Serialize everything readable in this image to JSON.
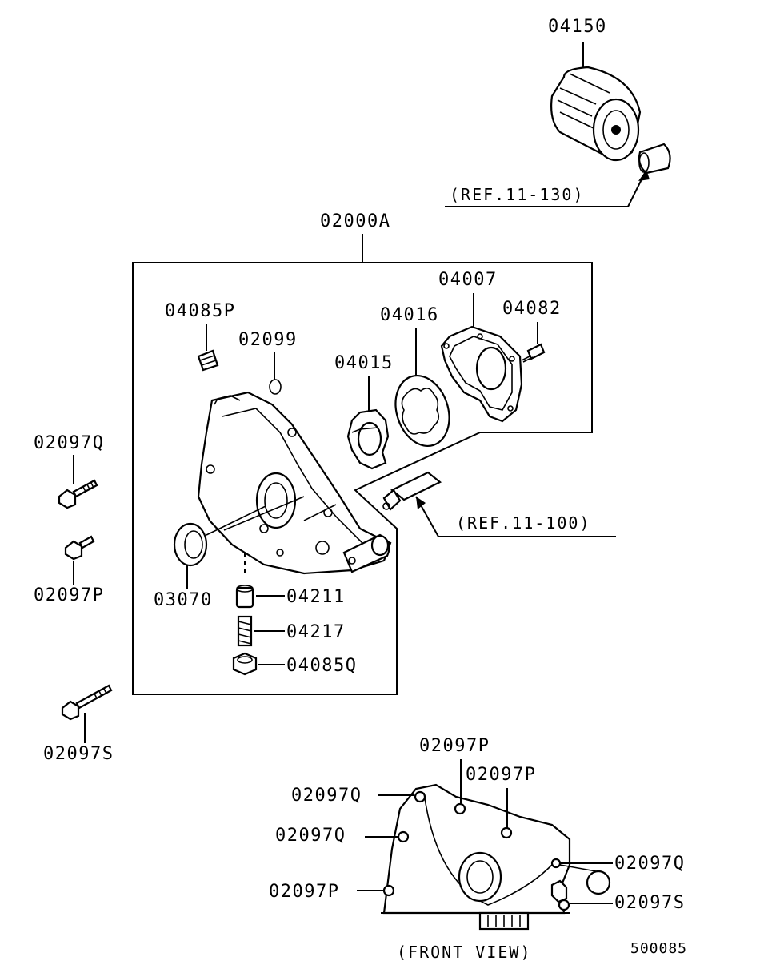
{
  "labels": {
    "oil_filter": "04150",
    "ref_filter": "(REF.11-130)",
    "pump_assy": "02000A",
    "cover_plate": "04007",
    "screw": "04082",
    "outer_rotor": "04016",
    "inner_rotor": "04015",
    "plug": "04085P",
    "o_ring": "02099",
    "ref_strainer": "(REF.11-100)",
    "oil_seal": "03070",
    "relief_plunger": "04211",
    "relief_spring": "04217",
    "relief_plug": "04085Q",
    "bolt_q": "02097Q",
    "bolt_p": "02097P",
    "bolt_s": "02097S",
    "fv_p1": "02097P",
    "fv_p2": "02097P",
    "fv_q1": "02097Q",
    "fv_q2": "02097Q",
    "fv_q3": "02097Q",
    "fv_p3": "02097P",
    "fv_s": "02097S",
    "front_view": "(FRONT VIEW)",
    "diagram_code": "500085"
  }
}
